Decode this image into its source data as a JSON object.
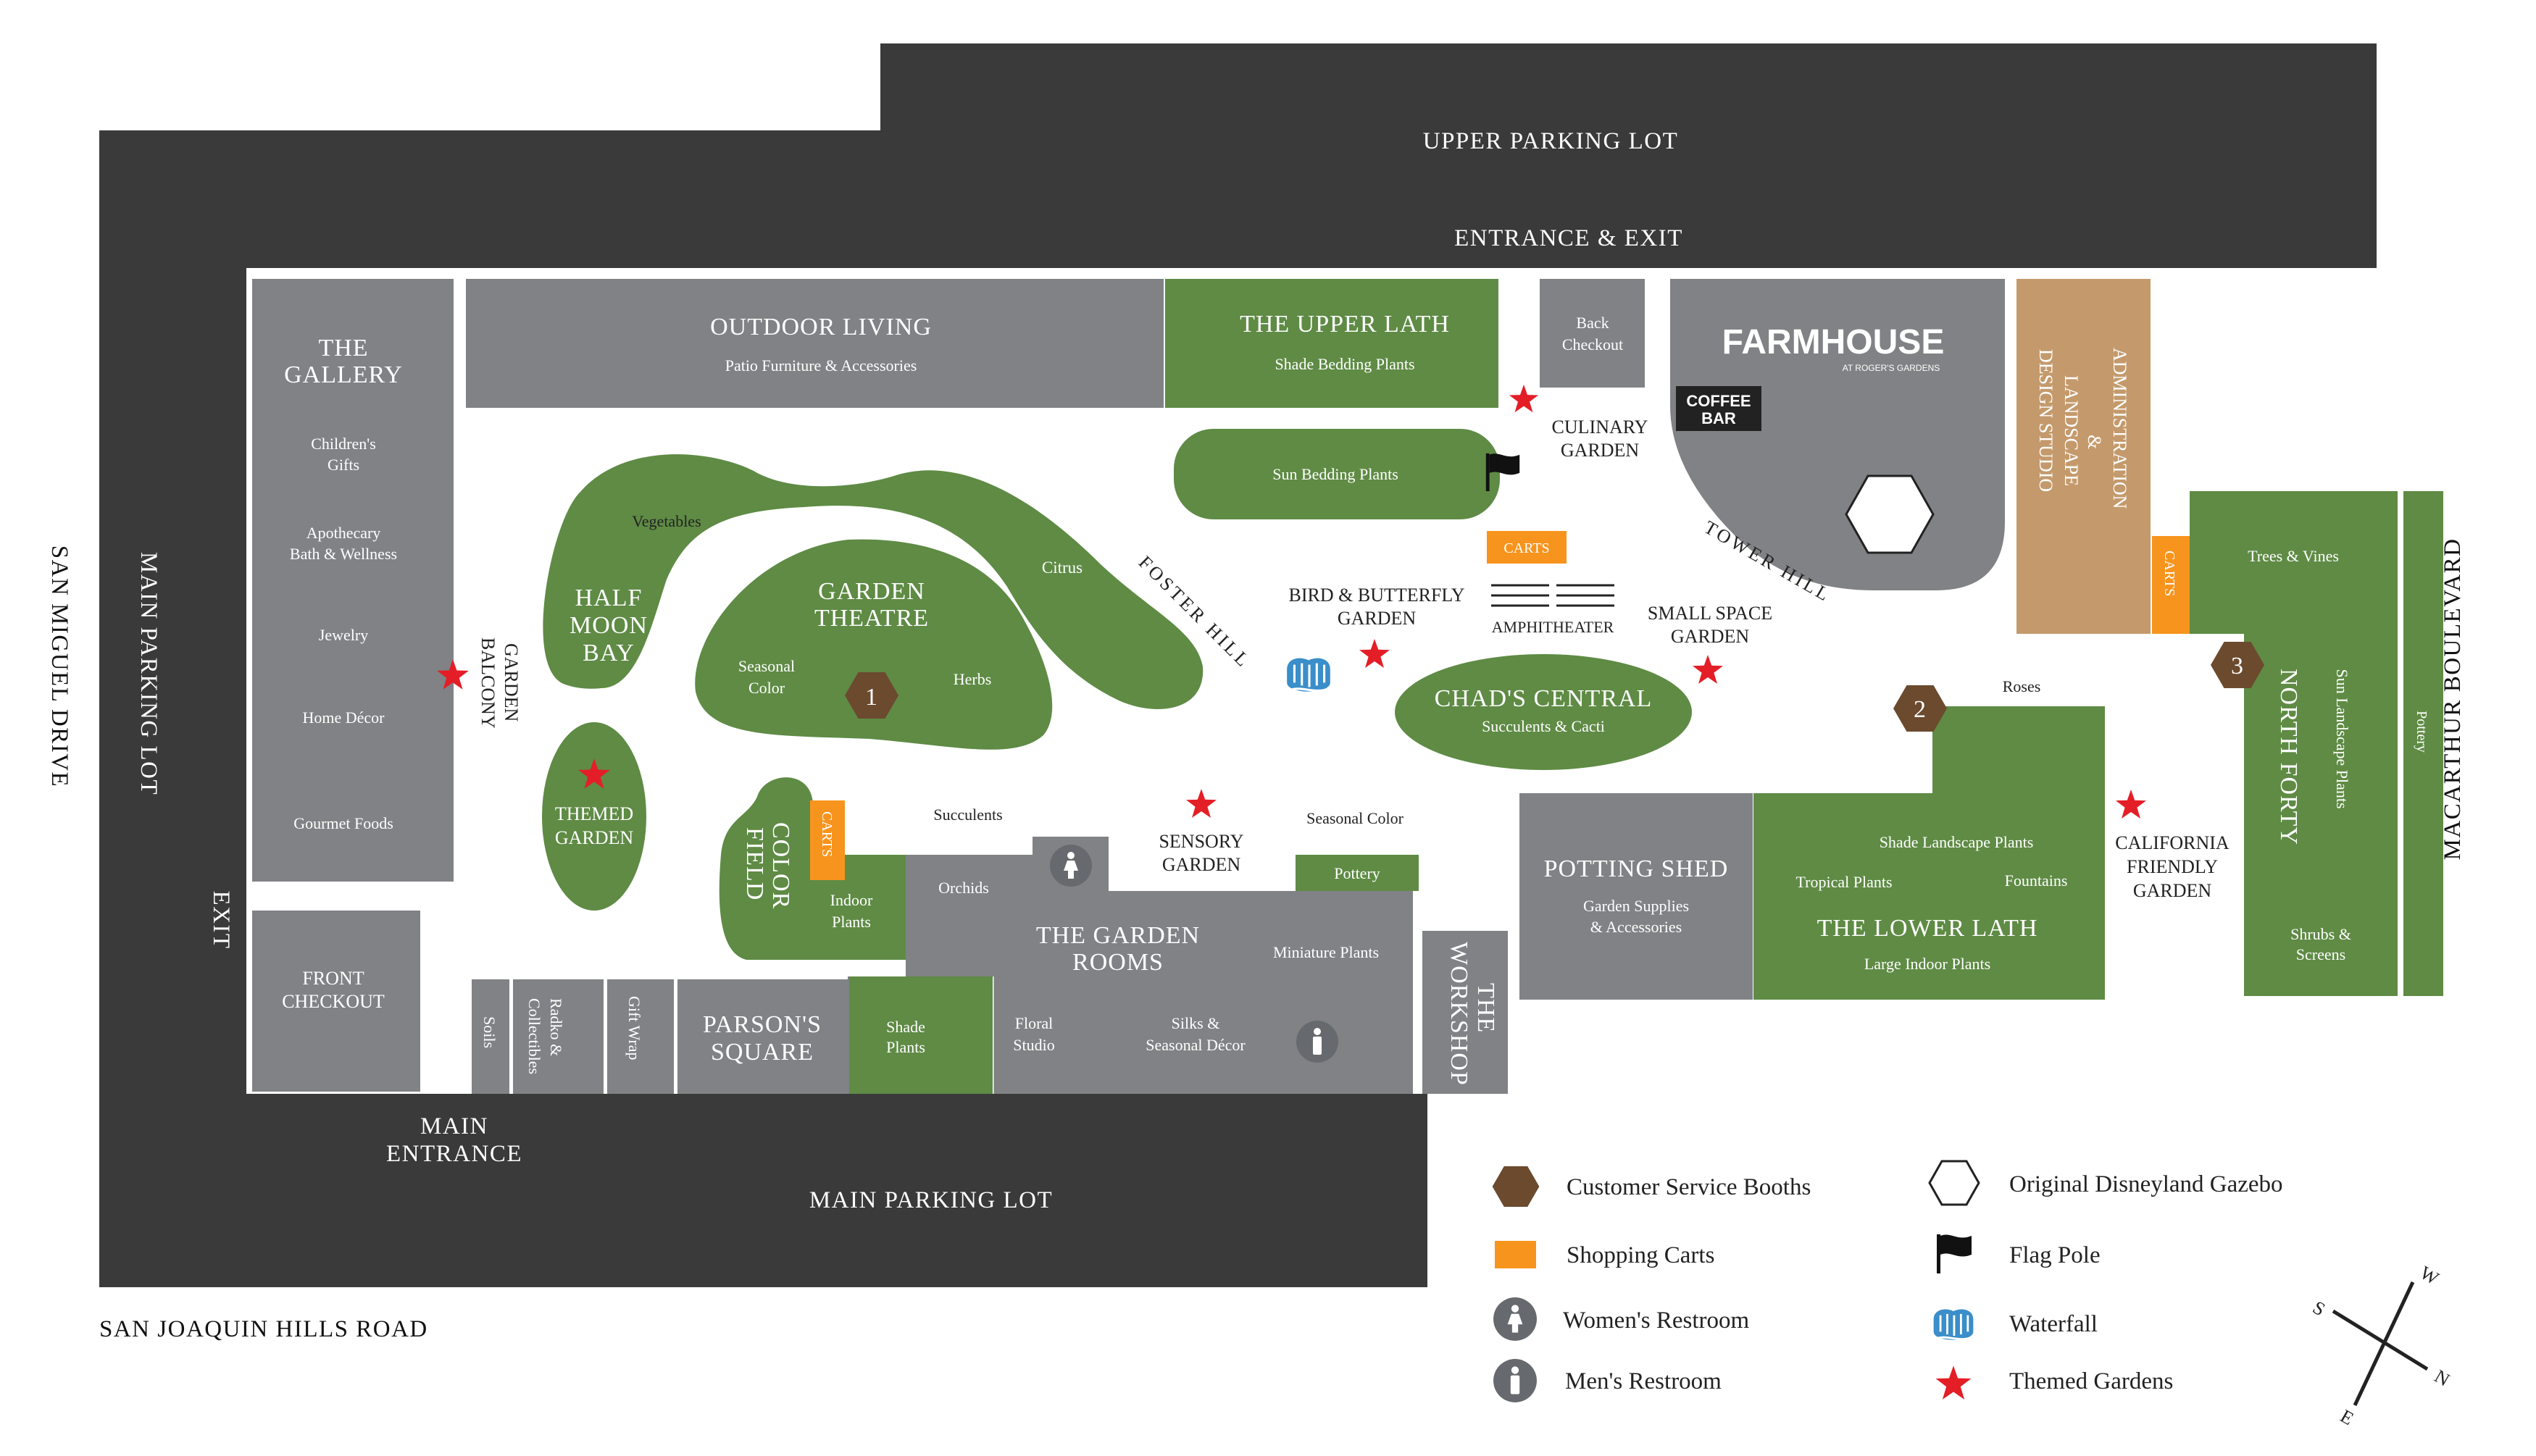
{
  "colors": {
    "dark": "#3a3a3a",
    "gray": "#808285",
    "green": "#5f8b45",
    "tan": "#c49a6c",
    "orange": "#f7941d",
    "booth": "#6b4a2e",
    "star": "#e41e26",
    "waterfall": "#3a8ec9"
  },
  "roads": {
    "upper_lot": "UPPER PARKING LOT",
    "entrance_exit": "ENTRANCE & EXIT",
    "main_lot_left": "MAIN PARKING LOT",
    "main_lot_bottom": "MAIN PARKING LOT",
    "main_entrance_1": "MAIN",
    "main_entrance_2": "ENTRANCE",
    "exit": "EXIT",
    "san_miguel": "SAN MIGUEL DRIVE",
    "macarthur": "MACARTHUR BOULEVARD",
    "san_joaquin": "SAN JOAQUIN HILLS ROAD"
  },
  "areas": {
    "gallery": {
      "t1": "THE",
      "t2": "GALLERY",
      "children1": "Children's",
      "children2": "Gifts",
      "apoth1": "Apothecary",
      "apoth2": "Bath & Wellness",
      "jewelry": "Jewelry",
      "home": "Home Décor",
      "gourmet": "Gourmet Foods"
    },
    "outdoor_living": {
      "title": "OUTDOOR LIVING",
      "sub": "Patio Furniture & Accessories"
    },
    "upper_lath": {
      "title": "THE UPPER LATH",
      "sub": "Shade Bedding Plants"
    },
    "back_checkout": {
      "l1": "Back",
      "l2": "Checkout"
    },
    "farmhouse": {
      "name": "FARMHOUSE",
      "sub": "AT ROGER'S GARDENS",
      "coffee1": "COFFEE",
      "coffee2": "BAR"
    },
    "admin": {
      "l1": "ADMINISTRATION",
      "l2": "&",
      "l3": "LANDSCAPE",
      "l4": "DESIGN STUDIO"
    },
    "sun_bedding": "Sun Bedding Plants",
    "culinary": {
      "l1": "CULINARY",
      "l2": "GARDEN"
    },
    "half_moon": {
      "l1": "HALF",
      "l2": "MOON",
      "l3": "BAY",
      "veg": "Vegetables",
      "citrus": "Citrus"
    },
    "garden_theatre": {
      "l1": "GARDEN",
      "l2": "THEATRE",
      "seasonal1": "Seasonal",
      "seasonal2": "Color",
      "herbs": "Herbs"
    },
    "foster_hill": "FOSTER HILL",
    "tower_hill": "TOWER HILL",
    "bird_butterfly": {
      "l1": "BIRD & BUTTERFLY",
      "l2": "GARDEN"
    },
    "carts": "CARTS",
    "amphitheater": "AMPHITHEATER",
    "small_space": {
      "l1": "SMALL SPACE",
      "l2": "GARDEN"
    },
    "chads": {
      "title": "CHAD'S CENTRAL",
      "sub": "Succulents & Cacti"
    },
    "trees_vines": "Trees & Vines",
    "balcony": {
      "l1": "BALCONY",
      "l2": "GARDEN"
    },
    "themed": {
      "l1": "THEMED",
      "l2": "GARDEN"
    },
    "color_field": {
      "l1": "COLOR",
      "l2": "FIELD",
      "indoor1": "Indoor",
      "indoor2": "Plants"
    },
    "succulents": "Succulents",
    "sensory": {
      "l1": "SENSORY",
      "l2": "GARDEN"
    },
    "seasonal_color": "Seasonal Color",
    "pottery": "Pottery",
    "garden_rooms": {
      "orchids": "Orchids",
      "l1": "THE GARDEN",
      "l2": "ROOMS",
      "mini": "Miniature Plants",
      "floral1": "Floral",
      "floral2": "Studio",
      "silks1": "Silks &",
      "silks2": "Seasonal Décor"
    },
    "workshop": {
      "l1": "THE",
      "l2": "WORKSHOP"
    },
    "potting_shed": {
      "title": "POTTING SHED",
      "s1": "Garden Supplies",
      "s2": "& Accessories"
    },
    "lower_lath": {
      "title": "THE LOWER LATH",
      "sub": "Large Indoor Plants",
      "shade": "Shade Landscape Plants",
      "tropical": "Tropical Plants",
      "fountains": "Fountains",
      "roses": "Roses"
    },
    "california": {
      "l1": "CALIFORNIA",
      "l2": "FRIENDLY",
      "l3": "GARDEN"
    },
    "north_forty": {
      "title": "NORTH FORTY",
      "sun": "Sun Landscape Plants",
      "shrubs1": "Shrubs &",
      "shrubs2": "Screens",
      "pottery": "Pottery"
    },
    "front_checkout": {
      "l1": "FRONT",
      "l2": "CHECKOUT"
    },
    "soils": "Soils",
    "radko": {
      "l1": "Radko &",
      "l2": "Collectibles"
    },
    "gift_wrap": "Gift Wrap",
    "parsons": {
      "l1": "PARSON'S",
      "l2": "SQUARE"
    },
    "shade_plants": {
      "l1": "Shade",
      "l2": "Plants"
    }
  },
  "booths": [
    "1",
    "2",
    "3"
  ],
  "legend": [
    {
      "icon": "customer-service-booth-icon",
      "label": "Customer Service Booths"
    },
    {
      "icon": "shopping-cart-icon",
      "label": "Shopping Carts"
    },
    {
      "icon": "womens-restroom-icon",
      "label": "Women's Restroom"
    },
    {
      "icon": "mens-restroom-icon",
      "label": "Men's Restroom"
    },
    {
      "icon": "gazebo-icon",
      "label": "Original Disneyland Gazebo"
    },
    {
      "icon": "flag-pole-icon",
      "label": "Flag Pole"
    },
    {
      "icon": "waterfall-icon",
      "label": "Waterfall"
    },
    {
      "icon": "themed-garden-star-icon",
      "label": "Themed Gardens"
    }
  ],
  "compass": {
    "n": "N",
    "s": "S",
    "e": "E",
    "w": "W"
  }
}
